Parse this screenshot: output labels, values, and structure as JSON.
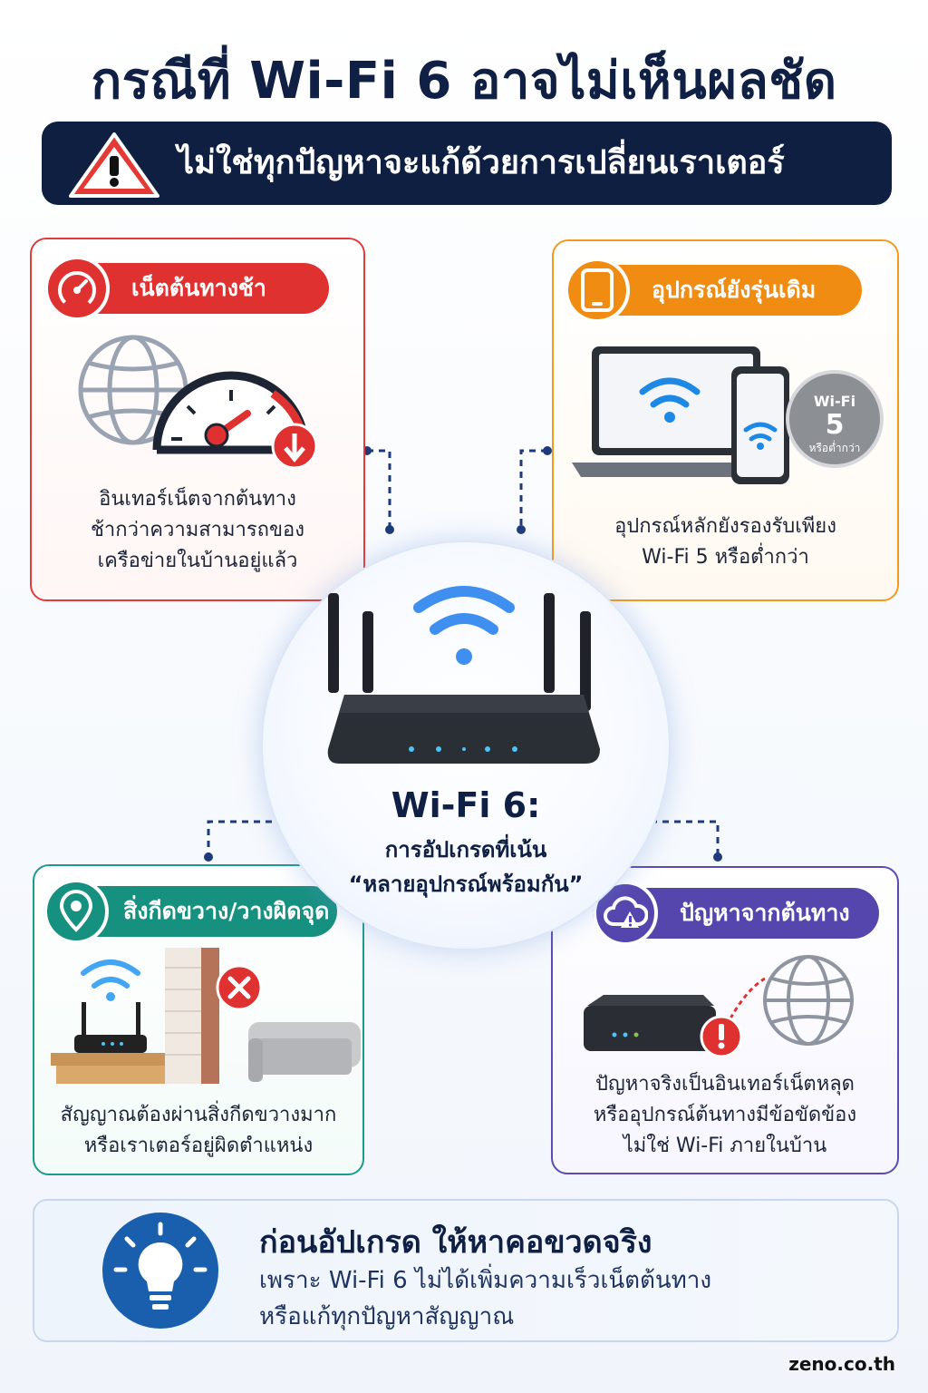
{
  "header": {
    "title": "กรณีที่ Wi-Fi 6 อาจไม่เห็นผลชัด",
    "banner": "ไม่ใช่ทุกปัญหาจะแก้ด้วยการเปลี่ยนเราเตอร์"
  },
  "cards": {
    "slow_isp": {
      "label": "เน็ตต้นทางช้า",
      "lines": [
        "อินเทอร์เน็ตจากต้นทาง",
        "ช้ากว่าความสามารถของ",
        "เครือข่ายในบ้านอยู่แล้ว"
      ],
      "accent": "#e03131"
    },
    "old_devices": {
      "label": "อุปกรณ์ยังรุ่นเดิม",
      "lines": [
        "อุปกรณ์หลักยังรองรับเพียง",
        "Wi-Fi 5 หรือต่ำกว่า"
      ],
      "badge": {
        "line1": "Wi-Fi",
        "line2": "5",
        "line3": "หรือต่ำกว่า"
      },
      "accent": "#f08c12"
    },
    "obstacles": {
      "label": "สิ่งกีดขวาง/วางผิดจุด",
      "lines": [
        "สัญญาณต้องผ่านสิ่งกีดขวางมาก",
        "หรือเราเตอร์อยู่ผิดตำแหน่ง"
      ],
      "accent": "#16907f"
    },
    "isp_problem": {
      "label": "ปัญหาจากต้นทาง",
      "lines": [
        "ปัญหาจริงเป็นอินเทอร์เน็ตหลุด",
        "หรืออุปกรณ์ต้นทางมีข้อขัดข้อง",
        "ไม่ใช่ Wi-Fi ภายในบ้าน"
      ],
      "accent": "#5546ad"
    }
  },
  "center": {
    "title": "Wi-Fi 6:",
    "sub1": "การอัปเกรดที่เน้น",
    "sub2": "“หลายอุปกรณ์พร้อมกัน”"
  },
  "bottom": {
    "title": "ก่อนอัปเกรด ให้หาคอขวดจริง",
    "line1": "เพราะ Wi-Fi 6 ไม่ได้เพิ่มความเร็วเน็ตต้นทาง",
    "line2": "หรือแก้ทุกปัญหาสัญญาณ"
  },
  "footer": "zeno.co.th"
}
